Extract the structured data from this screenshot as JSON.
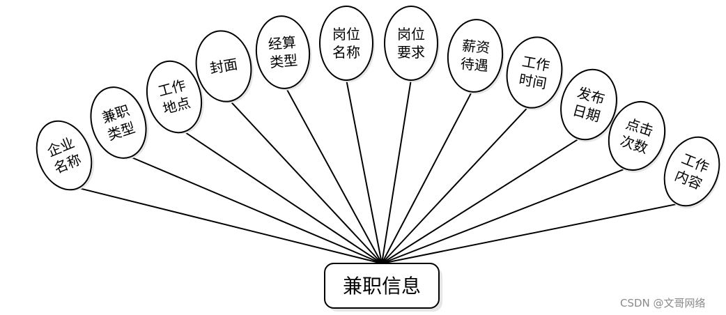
{
  "entity": {
    "label": "兼职信息"
  },
  "attributes": [
    {
      "lines": [
        "企业",
        "名称"
      ]
    },
    {
      "lines": [
        "兼职",
        "类型"
      ]
    },
    {
      "lines": [
        "工作",
        "地点"
      ]
    },
    {
      "lines": [
        "封面"
      ]
    },
    {
      "lines": [
        "经算",
        "类型"
      ]
    },
    {
      "lines": [
        "岗位",
        "名称"
      ]
    },
    {
      "lines": [
        "岗位",
        "要求"
      ]
    },
    {
      "lines": [
        "薪资",
        "待遇"
      ]
    },
    {
      "lines": [
        "工作",
        "时间"
      ]
    },
    {
      "lines": [
        "发布",
        "日期"
      ]
    },
    {
      "lines": [
        "点击",
        "次数"
      ]
    },
    {
      "lines": [
        "工作",
        "内容"
      ]
    }
  ],
  "watermark": "CSDN @文哥网络",
  "colors": {
    "stroke": "#000000",
    "background": "#ffffff",
    "shadow": "#e6e6e6",
    "watermark": "#8a8a8a"
  }
}
